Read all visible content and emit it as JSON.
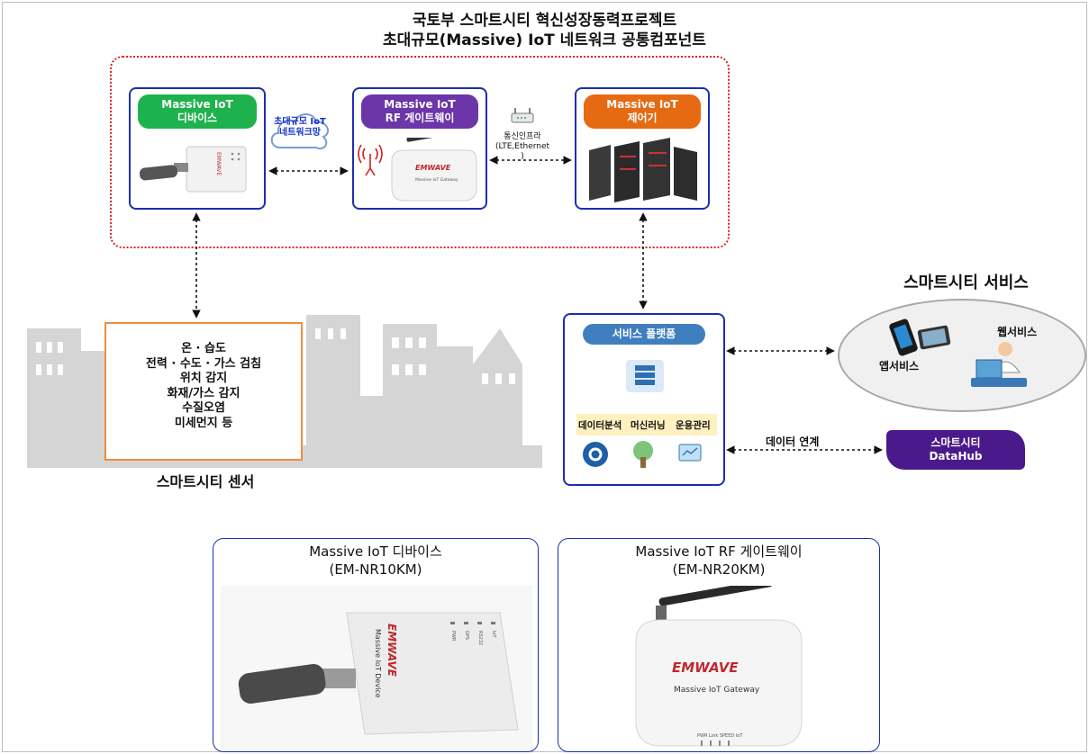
{
  "titles": {
    "line1": "국토부 스마트시티 혁신성장동력프로젝트",
    "line2": "초대규모(Massive) IoT 네트워크 공통컴포넌트"
  },
  "components": {
    "device": {
      "line1": "Massive IoT",
      "line2": "디바이스"
    },
    "gateway": {
      "line1": "Massive IoT",
      "line2": "RF 게이트웨이"
    },
    "controller": {
      "line1": "Massive IoT",
      "line2": "제어기"
    }
  },
  "network_cloud": {
    "line1": "초대규모 IoT",
    "line2": "네트워크망"
  },
  "comm_infra": {
    "line1": "통신인프라",
    "line2": "(LTE,Ethernet )"
  },
  "sensors": {
    "items": [
      "온 · 습도",
      "전력 · 수도 · 가스 검침",
      "위치 감지",
      "화재/가스 감지",
      "수질오염",
      "미세먼지 등"
    ],
    "label": "스마트시티 센서"
  },
  "service_platform": {
    "title": "서비스 플랫폼",
    "functions": [
      "데이터분석",
      "머신러닝",
      "운용관리"
    ]
  },
  "smartcity_services": {
    "title": "스마트시티 서비스",
    "app": "앱서비스",
    "web": "웹서비스"
  },
  "data_link": "데이터 연계",
  "datahub": {
    "line1": "스마트시티",
    "line2": "DataHub"
  },
  "products": {
    "device": {
      "line1": "Massive IoT 디바이스",
      "line2": "(EM-NR10KM)"
    },
    "gateway": {
      "line1": "Massive IoT RF 게이트웨이",
      "line2": "(EM-NR20KM)"
    }
  },
  "brand": "EMWAVE",
  "device_photo": {
    "model": "Massive IoT Device",
    "leds": [
      "IoT",
      "RS232",
      "GPS",
      "PWR"
    ]
  },
  "gateway_photo": {
    "model": "Massive IoT Gateway",
    "leds": "PWR Link SPEED IoT"
  },
  "colors": {
    "card_border": "#1c2eb0",
    "dashed_border": "#e02020",
    "device_pill": "#1db24d",
    "gateway_pill": "#6c35a8",
    "controller_pill": "#e56a12",
    "service_pill": "#3f7fbf",
    "sensor_border": "#ee8d3c",
    "datahub": "#4b1a8a"
  },
  "icons": [
    "cloud-icon",
    "router-icon",
    "antenna-icon",
    "server-rack-icon",
    "server-stack-icon",
    "gear-icon",
    "brain-icon",
    "monitor-icon",
    "tablet-icon",
    "phone-icon",
    "web-user-icon",
    "building-icon"
  ]
}
